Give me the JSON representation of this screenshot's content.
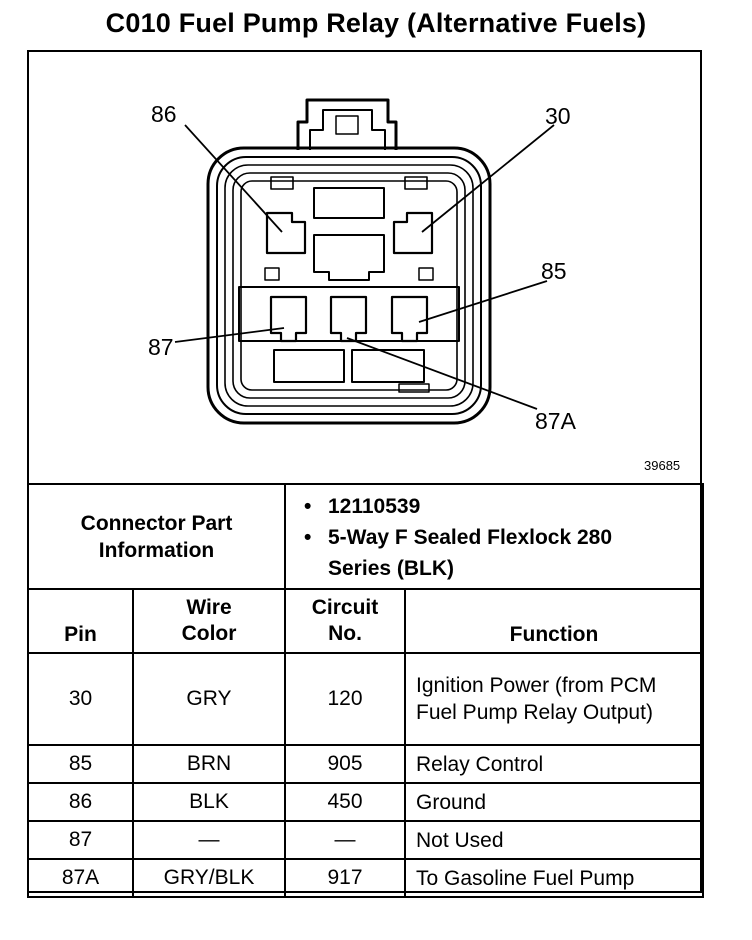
{
  "title": "C010 Fuel Pump Relay (Alternative Fuels)",
  "diagram": {
    "pin_labels": [
      "86",
      "30",
      "85",
      "87",
      "87A"
    ],
    "figure_number": "39685"
  },
  "connector_info": {
    "label": "Connector Part Information",
    "items": [
      "12110539",
      "5-Way F Sealed Flexlock 280 Series (BLK)"
    ]
  },
  "table": {
    "headers": {
      "pin": "Pin",
      "wire_color": "Wire Color",
      "circuit": "Circuit No.",
      "function": "Function"
    },
    "rows": [
      {
        "pin": "30",
        "wire_color": "GRY",
        "circuit": "120",
        "function": "Ignition Power (from PCM Fuel Pump Relay Output)"
      },
      {
        "pin": "85",
        "wire_color": "BRN",
        "circuit": "905",
        "function": "Relay Control"
      },
      {
        "pin": "86",
        "wire_color": "BLK",
        "circuit": "450",
        "function": "Ground"
      },
      {
        "pin": "87",
        "wire_color": "—",
        "circuit": "—",
        "function": "Not Used"
      },
      {
        "pin": "87A",
        "wire_color": "GRY/BLK",
        "circuit": "917",
        "function": "To Gasoline Fuel Pump"
      }
    ]
  }
}
